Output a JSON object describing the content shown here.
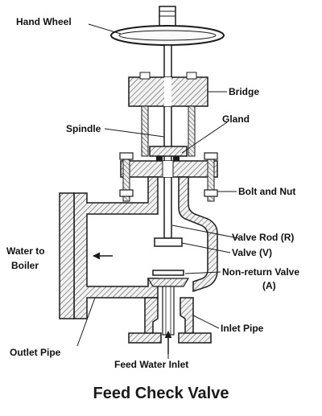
{
  "title": "Feed Check Valve",
  "labels": {
    "hand_wheel": "Hand Wheel",
    "bridge": "Bridge",
    "spindle": "Spindle",
    "gland": "Gland",
    "bolt_and_nut": "Bolt and Nut",
    "valve_rod": "Valve Rod (R)",
    "valve": "Valve (V)",
    "non_return_line1": "Non-return Valve",
    "non_return_line2": "(A)",
    "water_to": "Water to",
    "boiler": "Boiler",
    "inlet_pipe": "Inlet Pipe",
    "outlet_pipe": "Outlet Pipe",
    "feed_water_inlet": "Feed Water Inlet"
  },
  "colors": {
    "ink": "#1a1a1a",
    "hatch": "#555555",
    "background": "#ffffff"
  }
}
